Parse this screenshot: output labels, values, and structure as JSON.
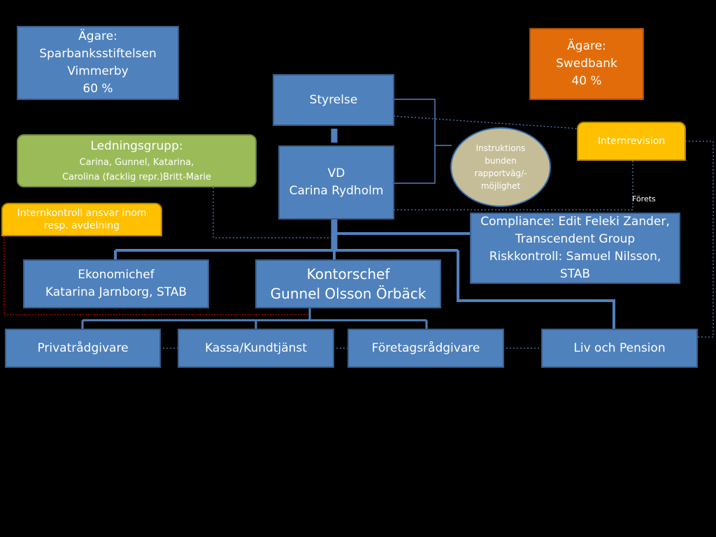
{
  "owners": {
    "left": {
      "title": "Ägare:",
      "name_line1": "Sparbanksstiftelsen",
      "name_line2": "Vimmerby",
      "share": "60 %"
    },
    "right": {
      "title": "Ägare:",
      "name": "Swedbank",
      "share": "40 %"
    }
  },
  "board": {
    "label": "Styrelse"
  },
  "management": {
    "title": "Ledningsgrupp:",
    "members_line1": "Carina, Gunnel, Katarina,",
    "members_line2": "Carolina (facklig repr.)Britt-Marie"
  },
  "ceo": {
    "title": "VD",
    "name": "Carina Rydholm"
  },
  "instructions": {
    "line1": "Instruktions",
    "line2": "bunden",
    "line3": "rapportväg/-",
    "line4": "möjlighet"
  },
  "internal_audit": {
    "label": "Internrevision"
  },
  "audit_note": "Förets",
  "internal_control": {
    "line1": "Internkontroll ansvar inom",
    "line2": "resp. avdelning"
  },
  "compliance": {
    "line1": "Compliance: Edit Feleki Zander,",
    "line2": "Transcendent  Group",
    "line3": "Riskkontroll:  Samuel Nilsson,",
    "line4": "STAB"
  },
  "finance": {
    "title": "Ekonomichef",
    "name": "Katarina Jarnborg, STAB"
  },
  "office": {
    "title": "Kontorschef",
    "name": "Gunnel Olsson Örbäck"
  },
  "departments": {
    "private": "Privatrådgivare",
    "cashier": "Kassa/Kundtjänst",
    "business": "Företagsrådgivare",
    "pension": "Liv och Pension"
  },
  "colors": {
    "blue": "#4f81bd",
    "orange": "#e36c0a",
    "green": "#9bbb59",
    "yellow": "#ffc000",
    "tan": "#c4bd97",
    "connector": "#4f81bd",
    "red_dotted": "#c00000"
  }
}
